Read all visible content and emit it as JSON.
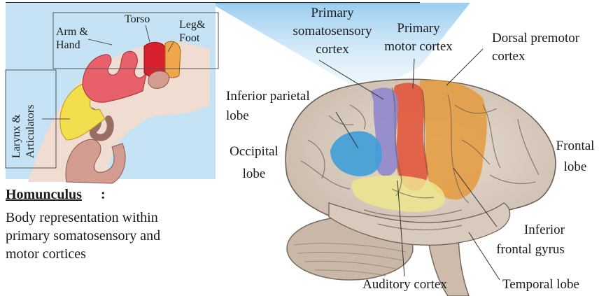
{
  "labels": {
    "primary_somatosensory": [
      "Primary",
      "somatosensory",
      "cortex"
    ],
    "primary_motor": [
      "Primary",
      "motor cortex"
    ],
    "dorsal_premotor": [
      "Dorsal premotor",
      "cortex"
    ],
    "inferior_parietal": [
      "Inferior parietal",
      "lobe"
    ],
    "occipital": [
      "Occipital",
      "lobe"
    ],
    "frontal": [
      "Frontal",
      "lobe"
    ],
    "inferior_frontal": [
      "Inferior",
      "frontal gyrus"
    ],
    "auditory": "Auditory cortex",
    "temporal": "Temporal lobe"
  },
  "inset": {
    "torso": "Torso",
    "arm_hand": [
      "Arm &",
      "Hand"
    ],
    "leg_foot": [
      "Leg&",
      "Foot"
    ],
    "larynx": [
      "Larynx &",
      "Articulators"
    ]
  },
  "homunculus": {
    "title": "Homunculus",
    "colon": ":",
    "description": [
      "Body representation within",
      "primary somatosensory and",
      "motor cortices"
    ]
  },
  "colors": {
    "somatosensory": "#8f86cc",
    "motor": "#e0553a",
    "premotor": "#e49a3c",
    "parietal": "#3e9fd8",
    "auditory": "#ece58c",
    "brain": "#dcd0c4",
    "sky_beam": "#b7dcf2",
    "arm_region": "#e8606a",
    "torso_region": "#d8202e",
    "leg_region": "#f0a64a",
    "larynx_region": "#f3df4e",
    "lower_region": "#d39c90"
  }
}
